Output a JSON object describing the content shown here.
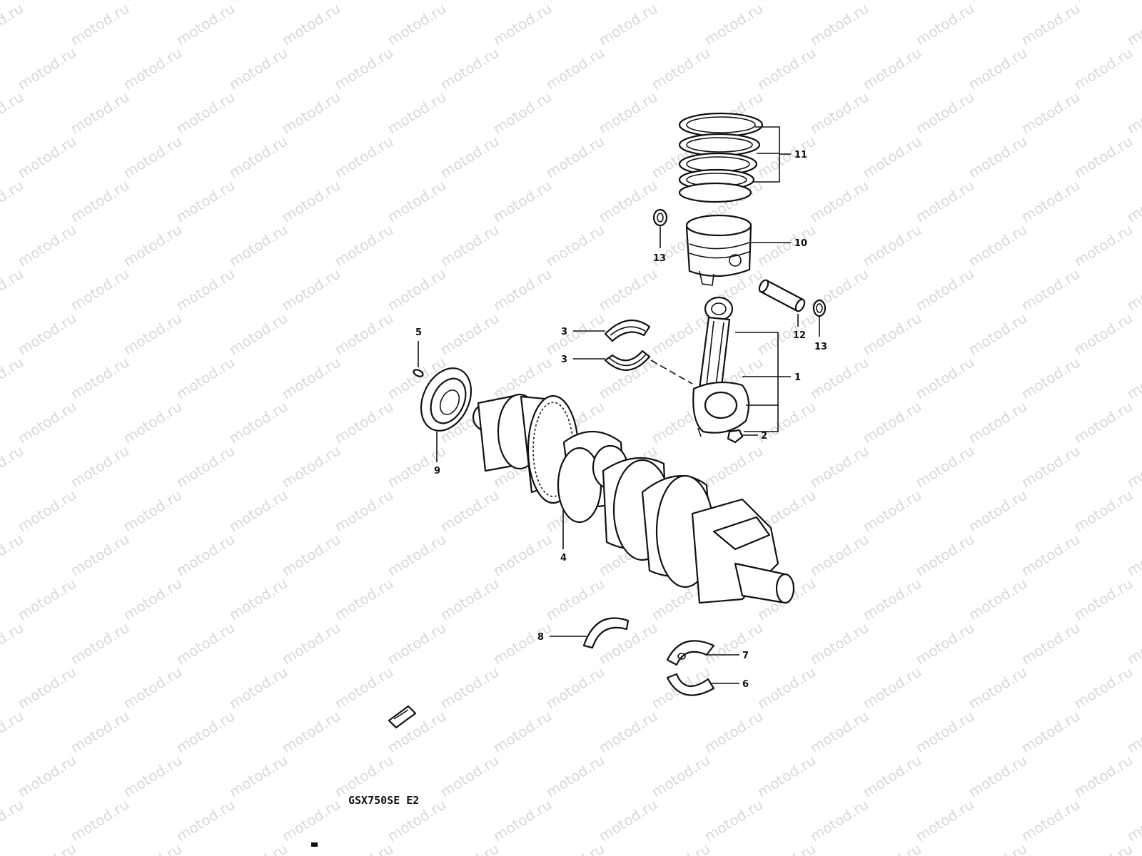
{
  "watermark": "motod.ru",
  "model_code": "GSX750SE E2",
  "callouts": {
    "c1": "1",
    "c2": "2",
    "c3a": "3",
    "c3b": "3",
    "c4": "4",
    "c5": "5",
    "c6": "6",
    "c7": "7",
    "c8": "8",
    "c9": "9",
    "c10": "10",
    "c11": "11",
    "c12": "12",
    "c13a": "13",
    "c13b": "13"
  },
  "colors": {
    "line": "#111111",
    "background": "#ffffff",
    "watermark": "#d8d8d8"
  }
}
